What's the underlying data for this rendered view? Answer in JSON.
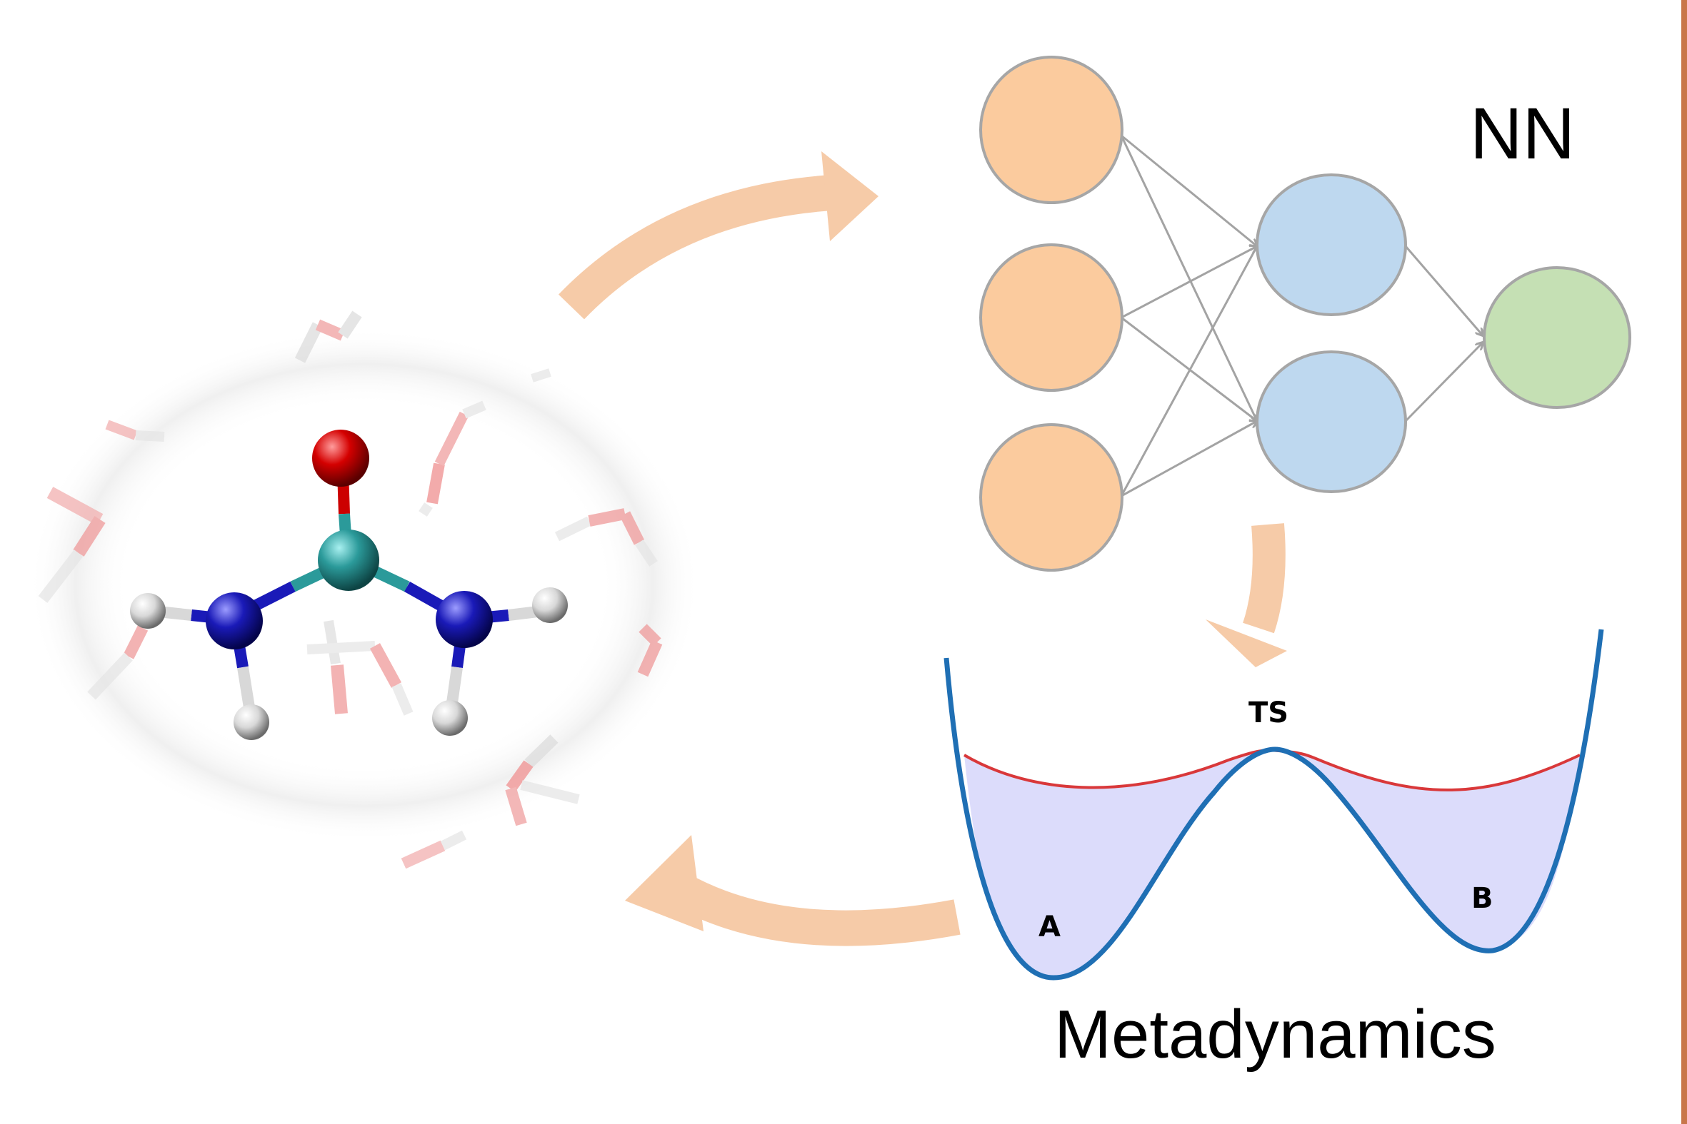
{
  "labels": {
    "network": "NN",
    "method": "Metadynamics",
    "transition_state": "TS",
    "state_a": "A",
    "state_b": "B"
  },
  "network": {
    "layers": [
      {
        "role": "input",
        "nodes": 3
      },
      {
        "role": "hidden",
        "nodes": 2
      },
      {
        "role": "output",
        "nodes": 1
      }
    ]
  },
  "molecule": {
    "name": "urea",
    "atoms": [
      "carbon",
      "oxygen",
      "nitrogen",
      "nitrogen",
      "hydrogen",
      "hydrogen",
      "hydrogen",
      "hydrogen"
    ],
    "solvent": "water"
  },
  "colors": {
    "arrow": "#f6cba8",
    "input_node": "#fbcb9e",
    "hidden_node": "#bed8ef",
    "output_node": "#c5e0b4",
    "node_stroke": "#a6a6a6",
    "connection": "#a3a3a3",
    "free_energy_curve": "#1f6fb4",
    "bias_curve": "#d9383a",
    "fill": "#dcdcfb",
    "oxygen": "#cc0000",
    "carbon": "#2b9a9a",
    "nitrogen": "#1a1ab8",
    "hydrogen": "#dcdcdc",
    "frame_edge": "#c8764a"
  }
}
